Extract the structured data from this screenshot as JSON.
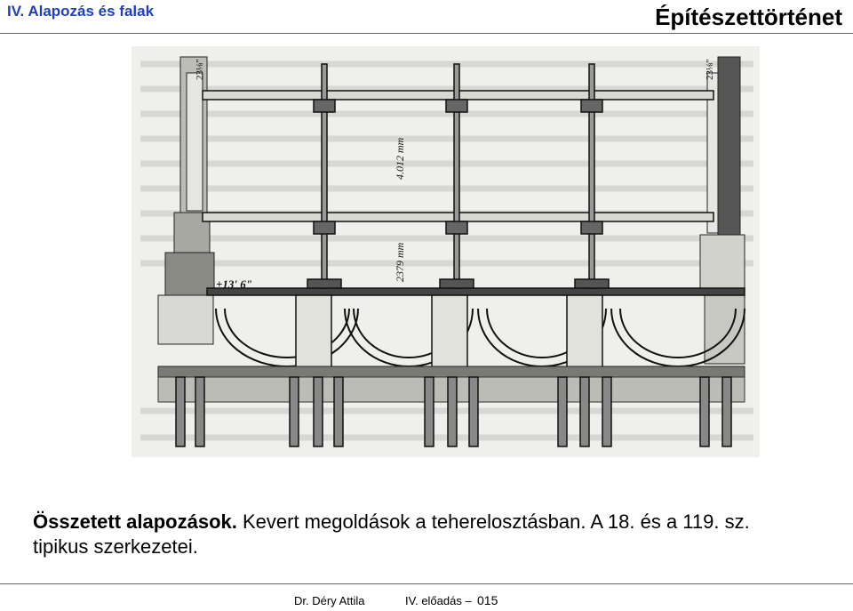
{
  "header": {
    "section_title": "IV. Alapozás és falak",
    "course_title": "Építészettörténet"
  },
  "figure": {
    "dim_left_top": "23⅛\"",
    "dim_right_top": "23⅛\"",
    "dim_column_upper": "4.012 mm",
    "dim_column_lower": "2379 mm",
    "level_mark": "+13' 6\""
  },
  "caption": {
    "bold_part": "Összetett alapozások.",
    "rest_line1": " Kevert megoldások a teherelosztásban. A 18. és a 119. sz.",
    "line2": "tipikus szerkezetei."
  },
  "footer": {
    "author": "Dr. Déry Attila",
    "lecture": "IV. előadás –",
    "page": "015"
  }
}
